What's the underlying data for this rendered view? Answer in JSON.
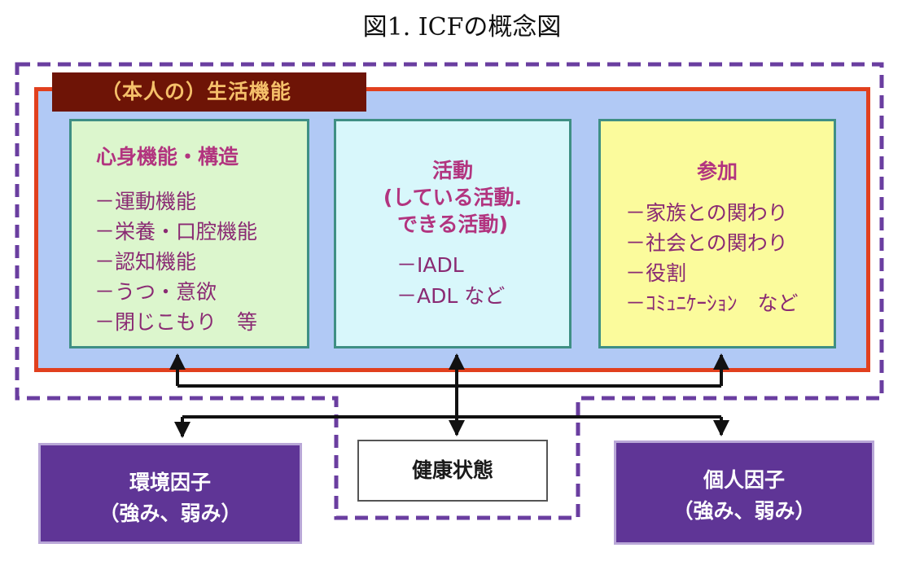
{
  "title": "図1. ICFの概念図",
  "colors": {
    "frame_red": "#e1401e",
    "frame_fill": "#b1c9f5",
    "banner": "#6e1406",
    "banner_text": "#f5c06a",
    "dashed_purple": "#6a3ea0",
    "factor_box": "#5f3596"
  },
  "functioning": {
    "label": "（本人の）生活機能",
    "body": {
      "heading": "心身機能・構造",
      "items": [
        "－運動機能",
        "－栄養・口腔機能",
        "－認知機能",
        "－うつ・意欲",
        "－閉じこもり　等"
      ]
    },
    "activity": {
      "heading_line1": "活動",
      "heading_line2": "(している活動.",
      "heading_line3": "できる活動)",
      "items": [
        "－IADL",
        "－ADL など"
      ]
    },
    "participation": {
      "heading": "参加",
      "items": [
        "－家族との関わり",
        "－社会との関わり",
        "－役割",
        "－ｺﾐｭﾆｹｰｼｮﾝ　など"
      ]
    }
  },
  "health": {
    "label": "健康状態"
  },
  "environment": {
    "line1": "環境因子",
    "line2": "（強み、弱み）"
  },
  "personal": {
    "line1": "個人因子",
    "line2": "（強み、弱み）"
  }
}
